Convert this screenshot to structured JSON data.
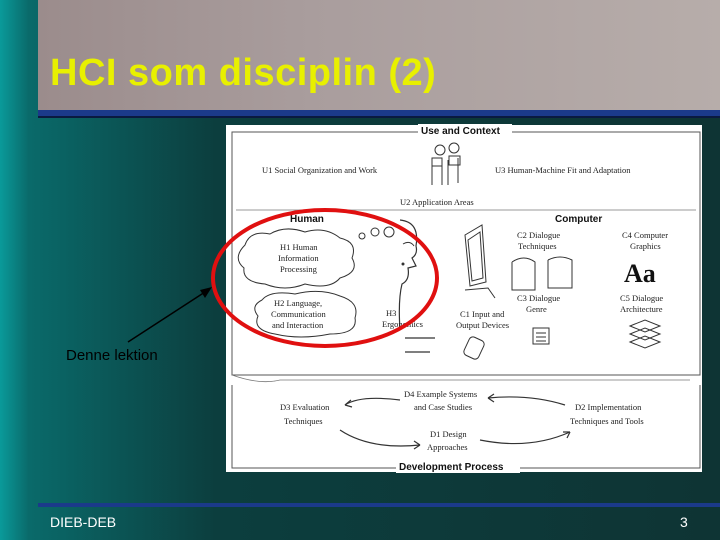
{
  "slide": {
    "title": "HCI som disciplin (2)",
    "callout_label": "Denne lektion",
    "footer_left": "DIEB-DEB",
    "page_number": "3"
  },
  "diagram": {
    "top_label": "Use and Context",
    "bottom_label": "Development Process",
    "human_label": "Human",
    "computer_label": "Computer",
    "u1": "U1 Social Organization and Work",
    "u2": "U2 Application Areas",
    "u3": "U3 Human-Machine Fit and Adaptation",
    "h1": [
      "H1 Human",
      "Information",
      "Processing"
    ],
    "h2": [
      "H2 Language,",
      "Communication",
      "and Interaction"
    ],
    "h3": [
      "H3",
      "Ergonomics"
    ],
    "c1": [
      "C1 Input and",
      "Output Devices"
    ],
    "c2": [
      "C2 Dialogue",
      "Techniques"
    ],
    "c3": [
      "C3 Dialogue",
      "Genre"
    ],
    "c4": [
      "C4 Computer",
      "Graphics"
    ],
    "c5": [
      "C5 Dialogue",
      "Architecture"
    ],
    "d1": [
      "D1 Design",
      "Approaches"
    ],
    "d2": [
      "D2 Implementation",
      "Techniques and Tools"
    ],
    "d3": [
      "D3 Evaluation",
      "Techniques"
    ],
    "d4": [
      "D4 Example Systems",
      "and Case Studies"
    ],
    "graphics_sample": "Aa"
  },
  "colors": {
    "title": "#e8f000",
    "highlight_ellipse": "#e01010",
    "rule": "#1b3a8a"
  }
}
